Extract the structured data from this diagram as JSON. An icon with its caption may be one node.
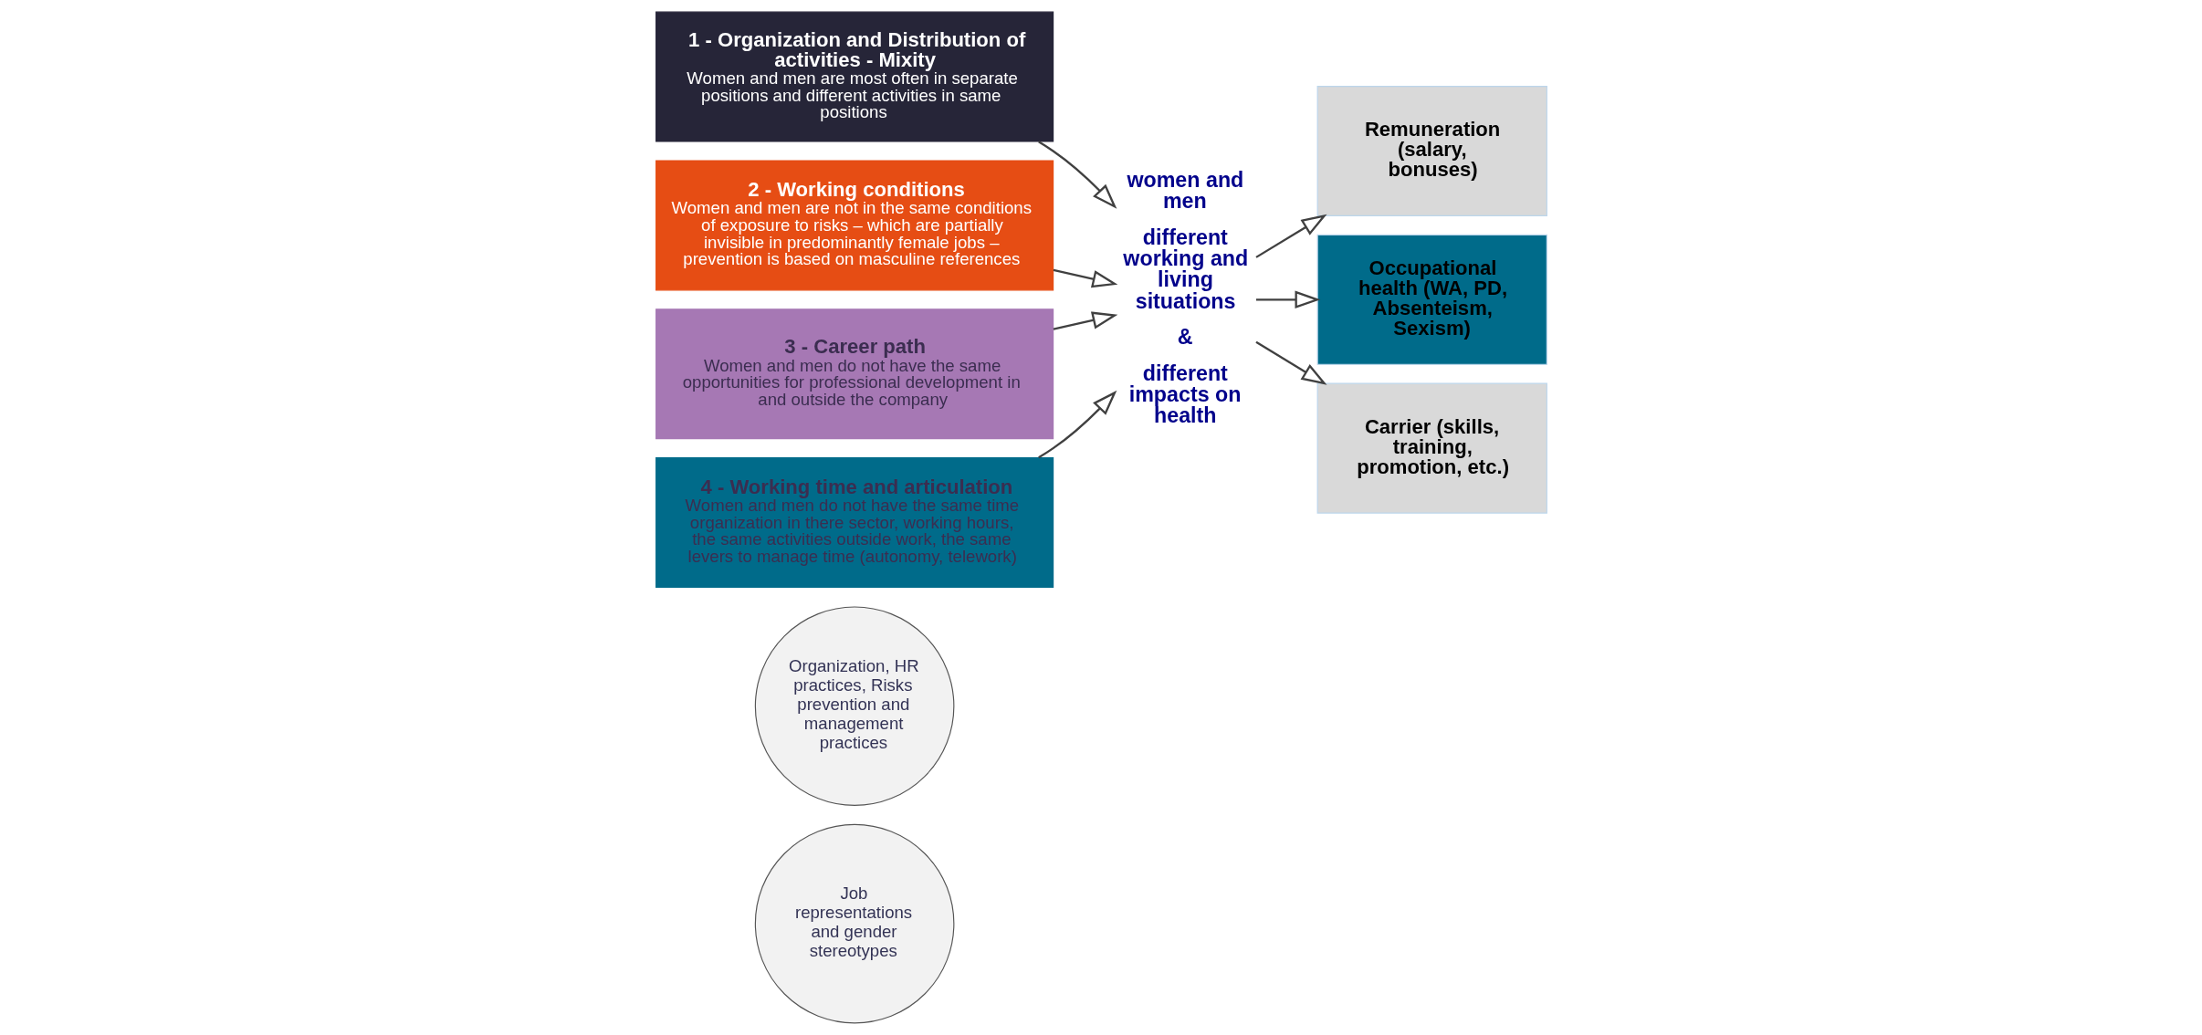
{
  "diagram": {
    "nodes": [
      {
        "text": [
          "Job representations and gender stereotypes"
        ]
      },
      {
        "text": [
          "Organization, HR practices, Risks prevention and management practices"
        ]
      },
      {
        "text": [
          "1 - Organization and Distribution of activities - Mixity",
          "Women and men are most often in separate positions and different activities in same positions"
        ]
      },
      {
        "text": [
          "2 - Working conditions",
          "Women and men are not in the same conditions of exposure to risks – which are partially invisible in predominantly female jobs – prevention is based on masculine references"
        ]
      },
      {
        "text": [
          "3 - Career path",
          "Women and men do not have the same opportunities for professional development in and outside the company"
        ]
      },
      {
        "text": [
          "4 - Working time and articulation",
          "Women and men do not have the same time organization in there sector, working hours, the same activities outside work, the same levers to manage time (autonomy, telework)"
        ]
      },
      {
        "text": [
          "women and men",
          "different working and living situations",
          "&",
          "different impacts on health"
        ]
      },
      {
        "text": [
          "Remuneration (salary, bonuses)"
        ]
      },
      {
        "text": [
          "Occupational health (WA, PD, Absenteism, Sexism)"
        ]
      },
      {
        "text": [
          "Carrier (skills, training, promotion, etc.)"
        ]
      }
    ],
    "edges": [
      {
        "from": 2,
        "to": 6,
        "arrow": "to"
      },
      {
        "from": 3,
        "to": 6,
        "arrow": "to"
      },
      {
        "from": 4,
        "to": 6,
        "arrow": "to"
      },
      {
        "from": 5,
        "to": 6,
        "arrow": "to"
      },
      {
        "from": 6,
        "to": 7,
        "arrow": "to"
      },
      {
        "from": 6,
        "to": 8,
        "arrow": "to"
      },
      {
        "from": 6,
        "to": 9,
        "arrow": "to"
      }
    ]
  }
}
